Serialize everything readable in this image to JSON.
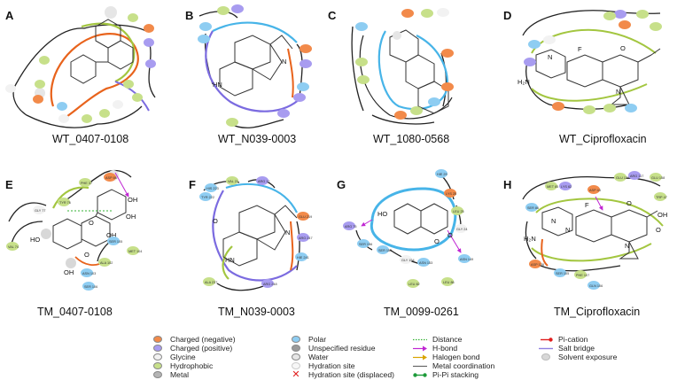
{
  "panels": [
    {
      "letter": "A",
      "caption": "WT_0407-0108"
    },
    {
      "letter": "B",
      "caption": "WT_N039-0003"
    },
    {
      "letter": "C",
      "caption": "WT_1080-0568"
    },
    {
      "letter": "D",
      "caption": "WT_Ciprofloxacin"
    },
    {
      "letter": "E",
      "caption": "TM_0407-0108"
    },
    {
      "letter": "F",
      "caption": "TM_N039-0003"
    },
    {
      "letter": "G",
      "caption": "TM_0099-0261"
    },
    {
      "letter": "H",
      "caption": "TM_Ciprofloxacin"
    }
  ],
  "residue_labels": {
    "E": [
      "PHE 37",
      "ASP 86",
      "TYR 76",
      "GLY 77",
      "VAL 74",
      "SER 105",
      "MET 104",
      "ALA 102",
      "ASN 103",
      "SER 106"
    ],
    "F": [
      "VAL 21",
      "ARG 12",
      "TYR 222",
      "HIS 223",
      "GLU 219",
      "ARG 247",
      "HIE 241",
      "ARG 248",
      "ALA 237"
    ],
    "G": [
      "HIE 29",
      "LYS 25",
      "ARG 75",
      "LEU 25",
      "GLY 24",
      "SER 156",
      "SER 155",
      "GLY 154",
      "ASN 153",
      "ASN 149",
      "LEU 82",
      "LEU 86"
    ],
    "H": [
      "SER 86",
      "ASP 43",
      "GLU 132",
      "ARG 117",
      "MET 85",
      "GLU 158",
      "LYS 62",
      "TRP 47",
      "ASP 128",
      "SER 105",
      "PHE 107",
      "GLN 106"
    ]
  },
  "atom_labels": {
    "E": [
      "OH",
      "OH",
      "HO",
      "OH",
      "OH",
      "O",
      "O"
    ],
    "F": [
      "O",
      "HN",
      "N"
    ],
    "G": [
      "HO",
      "O",
      "O"
    ],
    "H": [
      "F",
      "O",
      "OH",
      "O",
      "H₂N",
      "N",
      "N",
      "N"
    ],
    "B": [
      "HN",
      "N"
    ],
    "D": [
      "F",
      "O",
      "H₂N",
      "N",
      "N"
    ]
  },
  "legend": {
    "col1": [
      "Charged (negative)",
      "Charged (positive)",
      "Glycine",
      "Hydrophobic",
      "Metal"
    ],
    "col2": [
      "Polar",
      "Unspecified residue",
      "Water",
      "Hydration site",
      "Hydration site (displaced)"
    ],
    "col3": [
      "Distance",
      "H-bond",
      "Halogen bond",
      "Metal coordination",
      "Pi-Pi stacking"
    ],
    "col4": [
      "Pi-cation",
      "Salt bridge",
      "Solvent exposure"
    ]
  },
  "colors": {
    "negative": "#f28a4a",
    "positive": "#a89cf0",
    "glycine": "#f2f2f2",
    "hydrophobic": "#c7e08a",
    "metal": "#b5b5b5",
    "polar": "#8ecdf2",
    "unspecified": "#9a9a9a",
    "water": "#e6e6e6",
    "pocket_blue": "#47b4e8",
    "pocket_green": "#a3c640",
    "pocket_orange": "#e8631c",
    "pocket_purple": "#7b6be0",
    "hbond": "#c026d3",
    "pication": "#e11d1d",
    "pipi": "#1e9b3a",
    "saltbridge": "#9080e0",
    "distance": "#36b336"
  }
}
